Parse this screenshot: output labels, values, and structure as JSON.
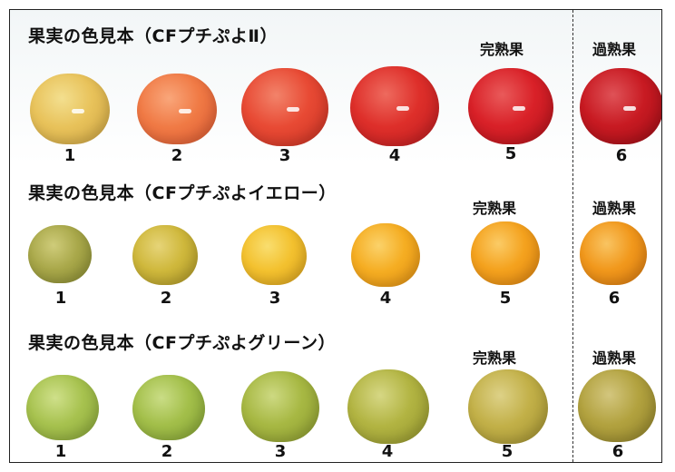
{
  "sections": [
    {
      "title": "果実の色見本（CFプチぷよⅡ）",
      "ripe_label": "完熟果",
      "overripe_label": "過熟果",
      "fruits": [
        {
          "number": "1",
          "color": "#e8c25a",
          "shade": "#c9a040",
          "highlight": "#f3df8f"
        },
        {
          "number": "2",
          "color": "#f07a45",
          "shade": "#d85530",
          "highlight": "#f9a67a"
        },
        {
          "number": "3",
          "color": "#e84a34",
          "shade": "#c62f22",
          "highlight": "#f2836a"
        },
        {
          "number": "4",
          "color": "#de2f2a",
          "shade": "#b81a1f",
          "highlight": "#ee6a5e"
        },
        {
          "number": "5",
          "color": "#d92128",
          "shade": "#ad111a",
          "highlight": "#e95a5a"
        },
        {
          "number": "6",
          "color": "#c81a22",
          "shade": "#980c15",
          "highlight": "#df5257"
        }
      ]
    },
    {
      "title": "果実の色見本（CFプチぷよイエロー）",
      "ripe_label": "完熟果",
      "overripe_label": "過熟果",
      "fruits": [
        {
          "number": "1",
          "color": "#a9a84a",
          "shade": "#85882f",
          "highlight": "#cfcc7a"
        },
        {
          "number": "2",
          "color": "#cfb83c",
          "shade": "#aa9425",
          "highlight": "#e6d478"
        },
        {
          "number": "3",
          "color": "#f3c12f",
          "shade": "#d79f1b",
          "highlight": "#f9de6f"
        },
        {
          "number": "4",
          "color": "#f5ad22",
          "shade": "#de8c12",
          "highlight": "#fbd26a"
        },
        {
          "number": "5",
          "color": "#f4a21e",
          "shade": "#dc810f",
          "highlight": "#fbcb66"
        },
        {
          "number": "6",
          "color": "#f1981c",
          "shade": "#d6760e",
          "highlight": "#f9c462"
        }
      ]
    },
    {
      "title": "果実の色見本（CFプチぷよグリーン）",
      "ripe_label": "完熟果",
      "overripe_label": "過熟果",
      "fruits": [
        {
          "number": "1",
          "color": "#a7c24f",
          "shade": "#85a236",
          "highlight": "#cfe08a"
        },
        {
          "number": "2",
          "color": "#a3bf4a",
          "shade": "#809f32",
          "highlight": "#cadd86"
        },
        {
          "number": "3",
          "color": "#a7b843",
          "shade": "#87962d",
          "highlight": "#cdd982"
        },
        {
          "number": "4",
          "color": "#b2b442",
          "shade": "#8f912b",
          "highlight": "#d6d784"
        },
        {
          "number": "5",
          "color": "#c2b048",
          "shade": "#9c8c2e",
          "highlight": "#ddd187"
        },
        {
          "number": "6",
          "color": "#b2a23f",
          "shade": "#8c7e28",
          "highlight": "#d3c67e"
        }
      ]
    }
  ]
}
